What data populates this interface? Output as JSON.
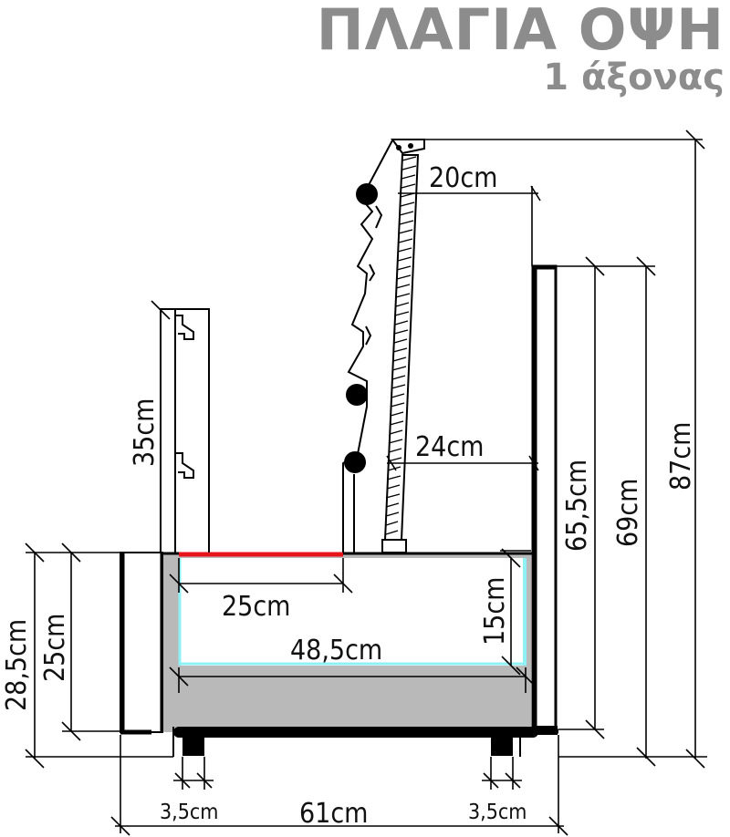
{
  "title": "ΠΛΑΓΙΑ ΟΨΗ",
  "subtitle": "1 άξονας",
  "dimensions": {
    "guard_height": "35cm",
    "depth_20": "20cm",
    "depth_24": "24cm",
    "top_depth": "25cm",
    "inner_width": "48,5cm",
    "tray_depth": "15cm",
    "height_655": "65,5cm",
    "height_69": "69cm",
    "height_87": "87cm",
    "height_285": "28,5cm",
    "height_25": "25cm",
    "foot_left": "3,5cm",
    "foot_right": "3,5cm",
    "total_width": "61cm"
  },
  "colors": {
    "title": "#8c8c8c",
    "highlight_red": "#e8141b",
    "inner_cyan": "#8ff1f5",
    "body_gray": "#b9b9b9"
  }
}
